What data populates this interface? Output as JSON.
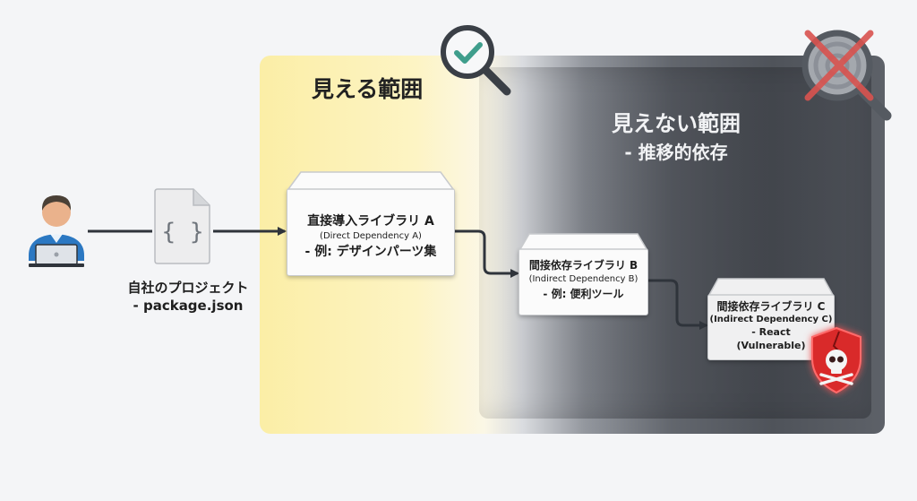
{
  "regions": {
    "visible": {
      "title": "見える範囲"
    },
    "invisible": {
      "title": "見えない範囲",
      "subtitle": "- 推移的依存"
    }
  },
  "project": {
    "title": "自社のプロジェクト",
    "subtitle": "- package.json"
  },
  "libraries": [
    {
      "title": "直接導入ライブラリ A",
      "english": "(Direct Dependency A)",
      "example": "- 例: デザインパーツ集"
    },
    {
      "title": "間接依存ライブラリ B",
      "english": "(Indirect Dependency B)",
      "example": "- 例: 便利ツール"
    },
    {
      "title": "間接依存ライブラリ C",
      "english": "(Indirect Dependency C)",
      "example": "- React",
      "note": "(Vulnerable)"
    }
  ],
  "icons": {
    "user": "user-laptop-icon",
    "json_file": "json-file-icon",
    "check_magnifier": "magnifier-check-icon",
    "blocked_magnifier": "magnifier-blocked-icon",
    "vulnerability": "skull-shield-icon"
  },
  "colors": {
    "visible_region": "#fbeea6",
    "invisible_region": "#4f535a",
    "check": "#3f9e8c",
    "cross": "#d9534f",
    "danger": "#e53935"
  }
}
